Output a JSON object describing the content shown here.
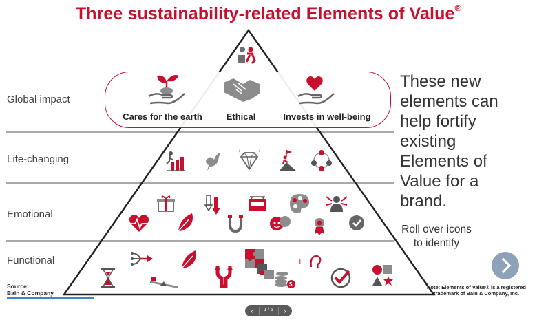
{
  "title": "Three sustainability-related Elements of Value",
  "title_mark": "®",
  "levels": {
    "global": "Global impact",
    "life": "Life-changing",
    "emotional": "Emotional",
    "functional": "Functional"
  },
  "global_items": [
    {
      "label": "Cares for the earth",
      "icon": "hand-plant-icon"
    },
    {
      "label": "Ethical",
      "icon": "handshake-icon"
    },
    {
      "label": "Invests in well-being",
      "icon": "hand-heart-icon"
    }
  ],
  "side_text": [
    "These new",
    "elements can",
    "help fortify",
    "existing",
    "Elements of",
    "Value for a",
    "brand."
  ],
  "rollover": [
    "Roll over icons",
    "to identify"
  ],
  "source": [
    "Source:",
    "Bain & Company"
  ],
  "note": [
    "Note: Elements of Value® is a registered",
    "trademark of Bain & Company, Inc."
  ],
  "pager": {
    "page": "1 / 5",
    "prev": "‹",
    "next": "›"
  },
  "colors": {
    "accent": "#c8102e",
    "icon_gray": "#8c8c8c",
    "icon_dark": "#555555",
    "divider": "#a9a9a9",
    "pyramid": "#222222"
  },
  "icons": {
    "top": [
      "self-transcendence-icon"
    ],
    "life_changing": [
      "motivation-icon",
      "hope-icon",
      "heirloom-icon",
      "self-actualization-icon",
      "affiliation-icon"
    ],
    "emotional": [
      "rewards-me-icon",
      "reduces-anxiety-icon",
      "nostalgia-icon",
      "design-aesthetics-icon",
      "badge-value-icon",
      "wellness-icon",
      "therapeutic-icon",
      "fun-entertainment-icon",
      "attractiveness-icon",
      "provides-access-icon"
    ],
    "functional": [
      "saves-time-icon",
      "simplifies-icon",
      "makes-money-icon",
      "reduces-risk-icon",
      "organizes-icon",
      "integrates-icon",
      "connects-icon",
      "reduces-effort-icon",
      "avoids-hassles-icon",
      "reduces-cost-icon",
      "quality-icon",
      "variety-icon",
      "sensory-appeal-icon",
      "informs-icon"
    ]
  }
}
